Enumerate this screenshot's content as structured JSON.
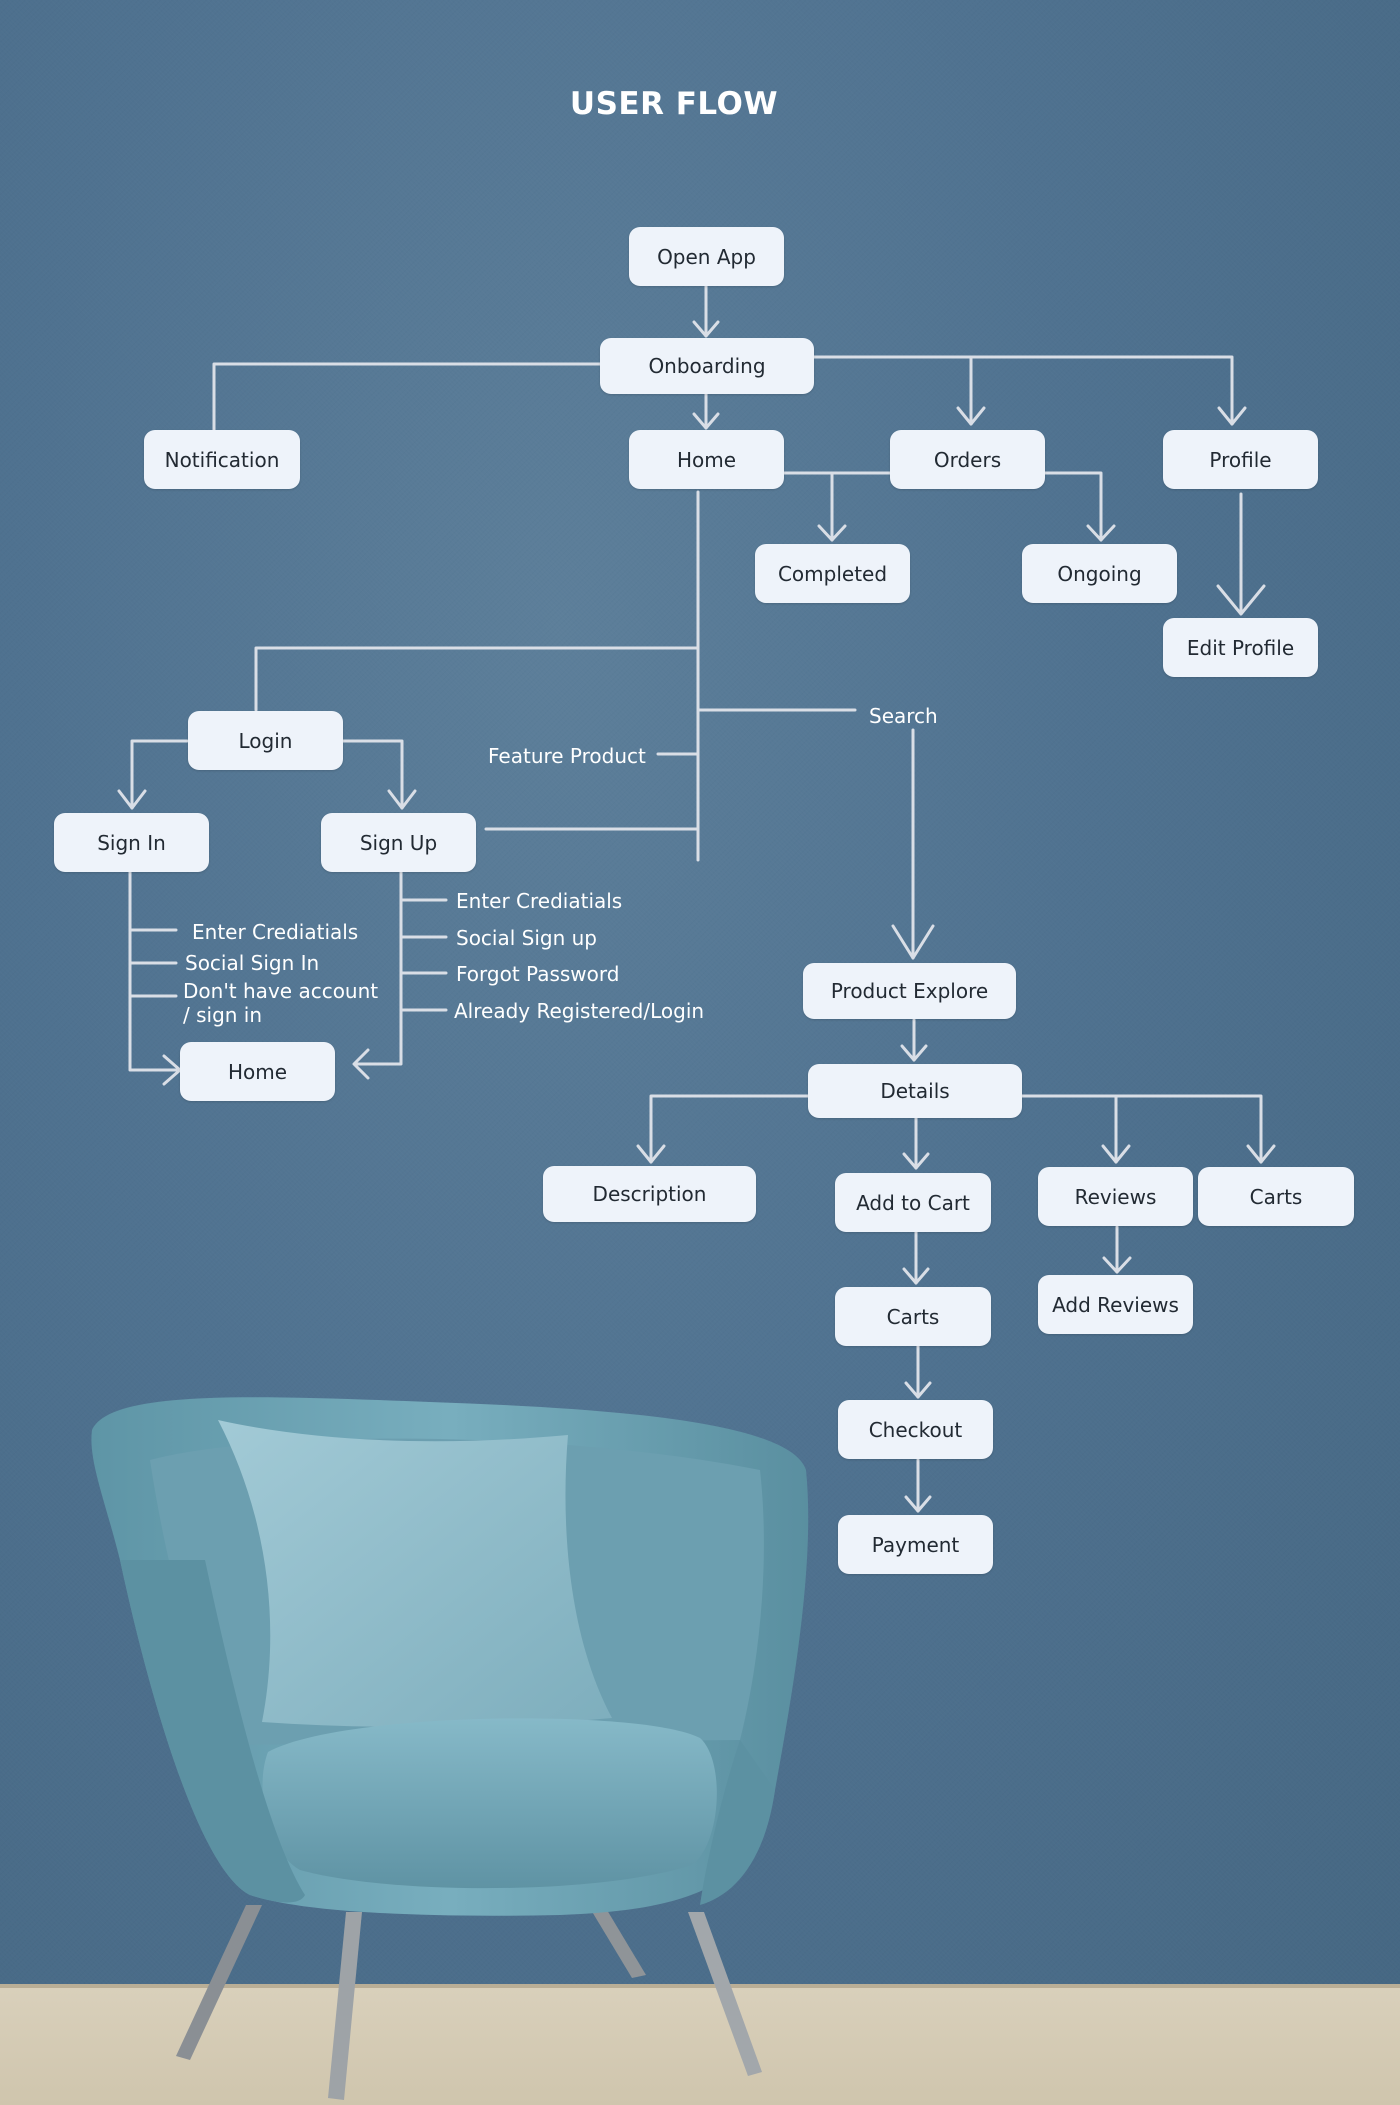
{
  "title": "USER FLOW",
  "nodes": {
    "open_app": "Open App",
    "onboarding": "Onboarding",
    "notification": "Notification",
    "home": "Home",
    "orders": "Orders",
    "profile": "Profile",
    "completed": "Completed",
    "ongoing": "Ongoing",
    "edit_profile": "Edit Profile",
    "login": "Login",
    "sign_in": "Sign In",
    "sign_up": "Sign Up",
    "home_auth": "Home",
    "product_explore": "Product Explore",
    "details": "Details",
    "description": "Description",
    "add_to_cart": "Add to Cart",
    "reviews": "Reviews",
    "carts_detail": "Carts",
    "add_reviews": "Add Reviews",
    "carts": "Carts",
    "checkout": "Checkout",
    "payment": "Payment"
  },
  "labels": {
    "search": "Search",
    "feature_product": "Feature Product",
    "sign_in_options": [
      "Enter Crediatials",
      "Social Sign In",
      "Don't have account",
      "/ sign in"
    ],
    "sign_up_options": [
      "Enter Crediatials",
      "Social Sign up",
      "Forgot Password",
      "Already Registered/Login"
    ]
  },
  "colors": {
    "wall": "#4f7290",
    "node": "#eef3fa",
    "connector": "#d9dee6",
    "text_light": "#ffffff",
    "text_dark": "#222a33"
  }
}
